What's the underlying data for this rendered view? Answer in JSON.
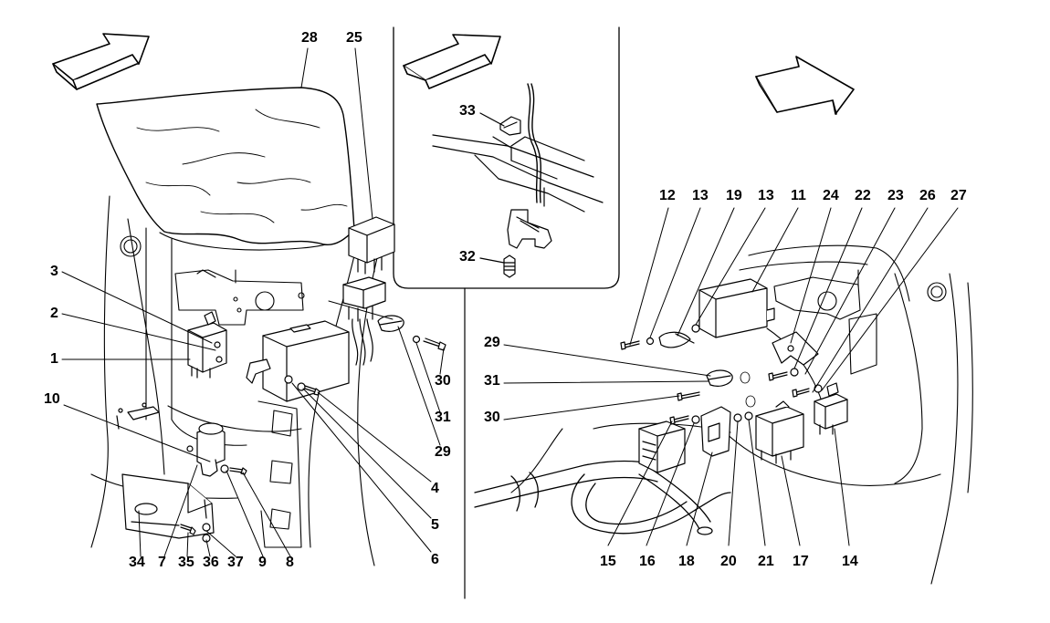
{
  "labels": {
    "l28": "28",
    "l25": "25",
    "l3": "3",
    "l2": "2",
    "l1": "1",
    "l10": "10",
    "l34": "34",
    "l7": "7",
    "l35": "35",
    "l36": "36",
    "l37": "37",
    "l9": "9",
    "l8": "8",
    "l6": "6",
    "l5": "5",
    "l4": "4",
    "l29a": "29",
    "l31a": "31",
    "l30a": "30",
    "l33": "33",
    "l32": "32",
    "l12": "12",
    "l13a": "13",
    "l19": "19",
    "l13b": "13",
    "l11": "11",
    "l24": "24",
    "l22": "22",
    "l23": "23",
    "l26": "26",
    "l27": "27",
    "l29b": "29",
    "l31b": "31",
    "l30b": "30",
    "l15": "15",
    "l16": "16",
    "l18": "18",
    "l20": "20",
    "l21": "21",
    "l17": "17",
    "l14": "14"
  }
}
